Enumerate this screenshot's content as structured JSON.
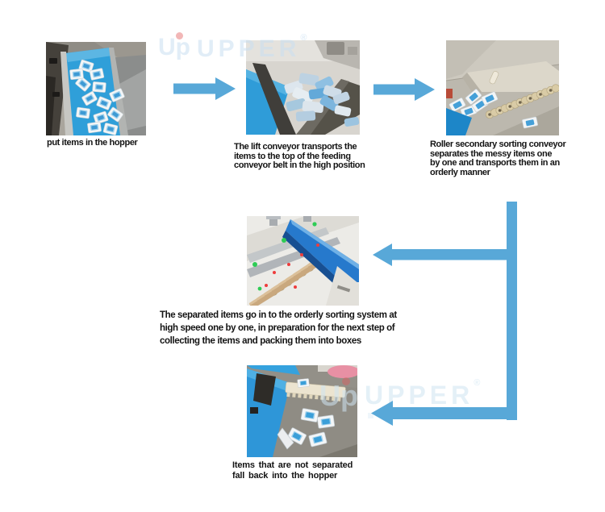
{
  "title": "automatic sorting and feeding machine workflow diagram",
  "colors": {
    "arrow": "#58a8d8",
    "caption_text": "#141414",
    "watermark": "#c9e0f2",
    "watermark_dot": "#e05a5a",
    "background": "#ffffff"
  },
  "watermark": {
    "monogram": "Up",
    "brand": "UPPER",
    "registered": "®"
  },
  "steps": [
    {
      "name": "step-1-hopper",
      "photo_alt": "packets scattered on blue hopper feeding conveyor belt",
      "caption_lines": [
        "put items in the hopper"
      ]
    },
    {
      "name": "step-2-lift-conveyor",
      "photo_alt": "pile of packets inside lift conveyor hopper",
      "caption_lines": [
        "The lift conveyor transports the",
        "items to the top of the feeding",
        "conveyor belt in the high position"
      ]
    },
    {
      "name": "step-3-roller-sorting",
      "photo_alt": "roller secondary sorting conveyor with packets",
      "caption_lines": [
        "Roller secondary sorting conveyor",
        "separates the messy items one",
        "by one and transports them in an",
        "orderly manner"
      ]
    },
    {
      "name": "step-4-orderly-sorting",
      "photo_alt": "orderly sorting system rollers with blue guide rail",
      "caption_lines": [
        "The separated items go in to the orderly sorting system at",
        "high speed one by one, in preparation for the next step of",
        "collecting the items and packing them into boxes"
      ]
    },
    {
      "name": "step-5-fall-back",
      "photo_alt": "unseparated packets falling back into the hopper",
      "caption_lines": [
        "Items that are not separated",
        "fall back into the hopper"
      ]
    }
  ]
}
